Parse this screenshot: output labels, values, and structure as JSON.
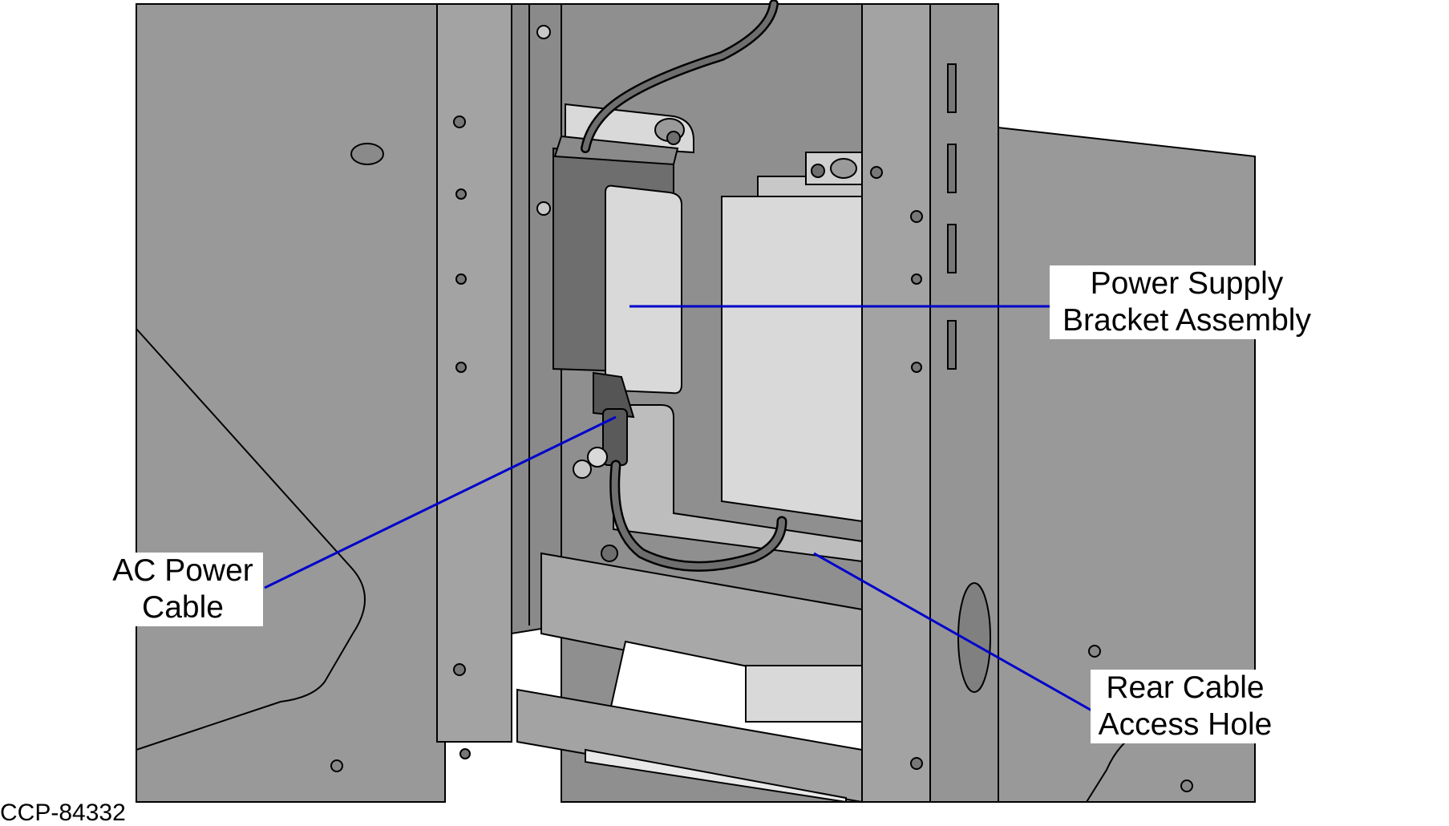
{
  "figure": {
    "id": "CCP-84332"
  },
  "callouts": {
    "power_supply": {
      "line1": "Power Supply",
      "line2": "Bracket Assembly"
    },
    "ac_power_cable": {
      "line1": "AC Power",
      "line2": "Cable"
    },
    "rear_cable_access": {
      "line1": "Rear Cable",
      "line2": "Access Hole"
    }
  },
  "colors": {
    "panel_gray": "#999999",
    "light_part": "#d9d9d9",
    "dark_part": "#6e6e6e",
    "outline": "#000000",
    "leader_line": "#0000cc"
  }
}
